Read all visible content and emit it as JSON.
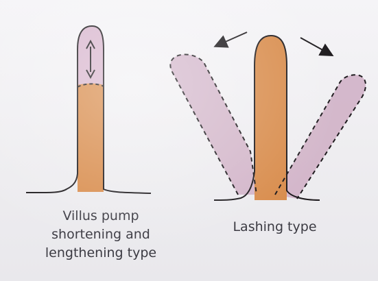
{
  "villus_pump": {
    "caption_lines": [
      "Villus pump",
      "shortening and",
      "lengthening type"
    ]
  },
  "lashing": {
    "caption": "Lashing type"
  },
  "colors": {
    "villus_body": "#d98e4f",
    "extension_fill": "#d9b8cf",
    "lashing_ghost": "#cfaec4",
    "outline": "#1e1b1e"
  },
  "icons": {
    "length_change": "double-arrow-icon",
    "swing_left": "arrow-up-left-icon",
    "swing_right": "arrow-up-right-icon"
  }
}
